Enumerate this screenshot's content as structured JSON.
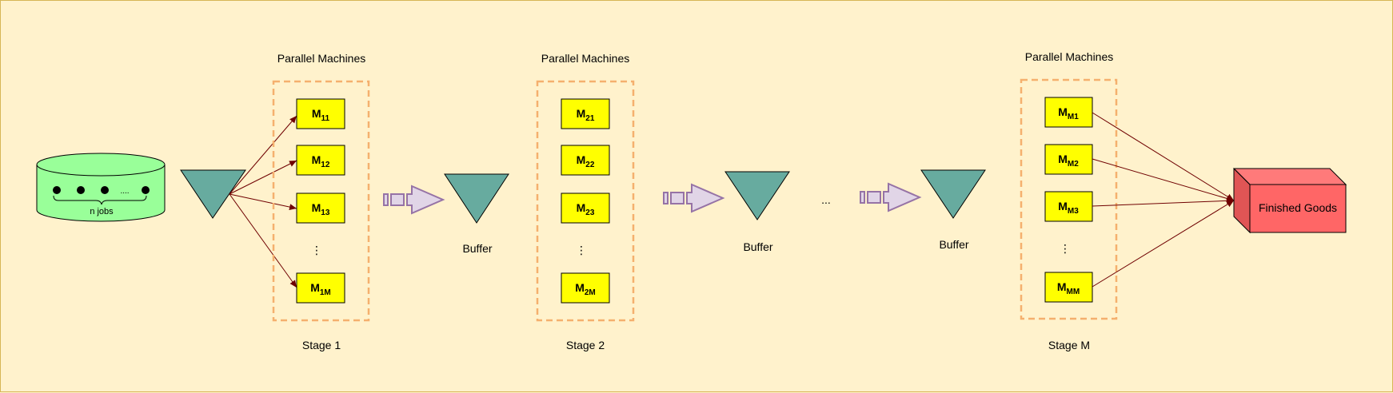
{
  "diagram": {
    "source": {
      "label": "n jobs",
      "ellipsis": "...."
    },
    "stages": [
      {
        "header": "Parallel Machines",
        "label": "Stage 1",
        "machines": [
          {
            "base": "M",
            "sub": "11"
          },
          {
            "base": "M",
            "sub": "12"
          },
          {
            "base": "M",
            "sub": "13"
          },
          {
            "base": "M",
            "sub": "1M"
          }
        ],
        "vdots": "⋮"
      },
      {
        "header": "Parallel Machines",
        "label": "Stage 2",
        "machines": [
          {
            "base": "M",
            "sub": "21"
          },
          {
            "base": "M",
            "sub": "22"
          },
          {
            "base": "M",
            "sub": "23"
          },
          {
            "base": "M",
            "sub": "2M"
          }
        ],
        "vdots": "⋮"
      },
      {
        "header": "Parallel Machines",
        "label": "Stage M",
        "machines": [
          {
            "base": "M",
            "sub": "M1"
          },
          {
            "base": "M",
            "sub": "M2"
          },
          {
            "base": "M",
            "sub": "M3"
          },
          {
            "base": "M",
            "sub": "MM"
          }
        ],
        "vdots": "⋮"
      }
    ],
    "buffers": [
      {
        "label": "Buffer"
      },
      {
        "label": "Buffer"
      },
      {
        "label": "Buffer"
      }
    ],
    "between_ellipsis": "...",
    "finished_goods": {
      "label": "Finished Goods"
    },
    "colors": {
      "background": "#fff2cc",
      "machine_fill": "#ffff00",
      "triangle_fill": "#67ab9f",
      "source_fill": "#99ff99",
      "group_border": "#f5b06e",
      "arrow_fill": "#e1d5e7",
      "arrow_stroke": "#9673a6",
      "finished_fill": "#ff6666",
      "connector": "#6f0000"
    },
    "icons": [
      "database-icon",
      "triangle-icon",
      "block-arrow-icon",
      "box-icon"
    ]
  }
}
